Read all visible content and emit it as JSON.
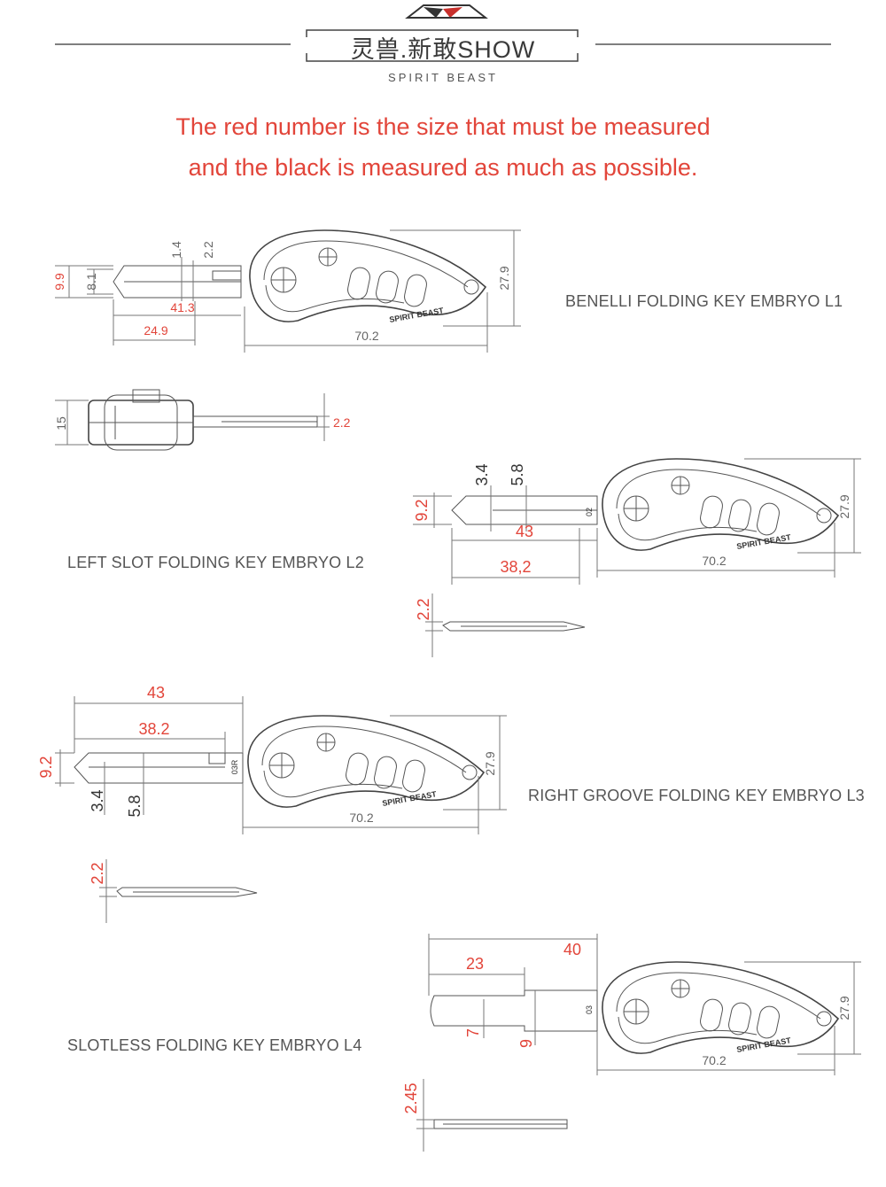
{
  "header": {
    "title": "灵兽.新敢SHOW",
    "subtitle": "SPIRIT BEAST",
    "logo_color": "#c8302c"
  },
  "note": {
    "line1": "The red number is the size that must be measured",
    "line2": "and the black is measured as much as possible."
  },
  "colors": {
    "must_measure": "#e2453a",
    "optional": "#666666"
  },
  "brand_text": "SPIRIT BEAST",
  "keys": [
    {
      "caption": "BENELLI FOLDING KEY EMBRYO L1",
      "dims": {
        "d9_9": "9.9",
        "d8_1": "8.1",
        "d1_4": "1.4",
        "d2_2": "2.2",
        "d41_3": "41.3",
        "d24_9": "24.9",
        "d70_2": "70.2",
        "d27_9": "27.9",
        "side15": "15",
        "side2_2": "2.2"
      }
    },
    {
      "caption": "LEFT SLOT FOLDING KEY EMBRYO L2",
      "code": "02",
      "dims": {
        "d3_4": "3.4",
        "d5_8": "5.8",
        "d9_2": "9.2",
        "d43": "43",
        "d38_2": "38,2",
        "d70_2": "70.2",
        "d27_9": "27.9",
        "side2_2": "2.2"
      }
    },
    {
      "caption": "RIGHT GROOVE FOLDING KEY EMBRYO L3",
      "code": "03R",
      "dims": {
        "d43": "43",
        "d38_2": "38.2",
        "d9_2": "9.2",
        "d3_4": "3.4",
        "d5_8": "5.8",
        "d70_2": "70.2",
        "d27_9": "27.9",
        "side2_2": "2.2"
      }
    },
    {
      "caption": "SLOTLESS FOLDING KEY EMBRYO L4",
      "code": "03",
      "dims": {
        "d40": "40",
        "d23": "23",
        "d7": "7",
        "d9": "9",
        "d70_2": "70.2",
        "d27_9": "27.9",
        "side2_45": "2.45"
      }
    }
  ]
}
